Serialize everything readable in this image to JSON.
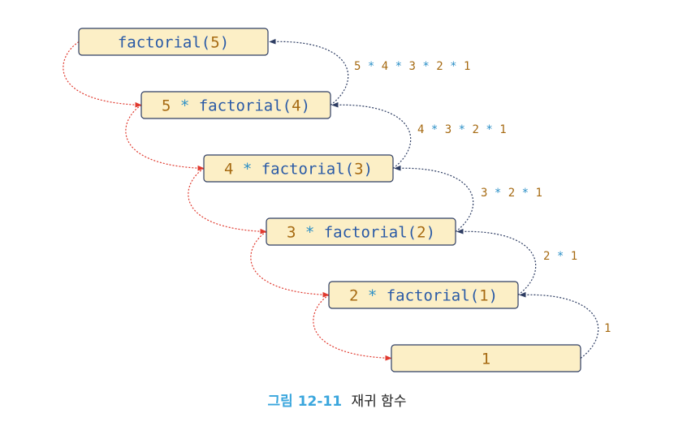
{
  "colors": {
    "box_fill": "#fcefc6",
    "box_stroke": "#2e3d63",
    "func_text": "#2a5aa6",
    "num_text": "#a66a12",
    "star_text": "#2a8fc7",
    "call_arrow": "#e0392e",
    "return_arrow": "#2e3d63",
    "caption_accent": "#3aa6dd"
  },
  "calls": [
    {
      "parts": [
        {
          "t": "factorial(",
          "c": "func"
        },
        {
          "t": "5",
          "c": "num"
        },
        {
          "t": ")",
          "c": "func"
        }
      ]
    },
    {
      "parts": [
        {
          "t": "5",
          "c": "num"
        },
        {
          "t": " * ",
          "c": "star"
        },
        {
          "t": "factorial(",
          "c": "func"
        },
        {
          "t": "4",
          "c": "num"
        },
        {
          "t": ")",
          "c": "func"
        }
      ]
    },
    {
      "parts": [
        {
          "t": "4",
          "c": "num"
        },
        {
          "t": " * ",
          "c": "star"
        },
        {
          "t": "factorial(",
          "c": "func"
        },
        {
          "t": "3",
          "c": "num"
        },
        {
          "t": ")",
          "c": "func"
        }
      ]
    },
    {
      "parts": [
        {
          "t": "3",
          "c": "num"
        },
        {
          "t": " * ",
          "c": "star"
        },
        {
          "t": "factorial(",
          "c": "func"
        },
        {
          "t": "2",
          "c": "num"
        },
        {
          "t": ")",
          "c": "func"
        }
      ]
    },
    {
      "parts": [
        {
          "t": "2",
          "c": "num"
        },
        {
          "t": " * ",
          "c": "star"
        },
        {
          "t": "factorial(",
          "c": "func"
        },
        {
          "t": "1",
          "c": "num"
        },
        {
          "t": ")",
          "c": "func"
        }
      ]
    },
    {
      "parts": [
        {
          "t": "1",
          "c": "num"
        }
      ]
    }
  ],
  "returns": [
    {
      "parts": [
        {
          "t": "5",
          "c": "num"
        },
        {
          "t": " * ",
          "c": "star"
        },
        {
          "t": "4",
          "c": "num"
        },
        {
          "t": " * ",
          "c": "star"
        },
        {
          "t": "3",
          "c": "num"
        },
        {
          "t": " * ",
          "c": "star"
        },
        {
          "t": "2",
          "c": "num"
        },
        {
          "t": " * ",
          "c": "star"
        },
        {
          "t": "1",
          "c": "num"
        }
      ]
    },
    {
      "parts": [
        {
          "t": "4",
          "c": "num"
        },
        {
          "t": " * ",
          "c": "star"
        },
        {
          "t": "3",
          "c": "num"
        },
        {
          "t": " * ",
          "c": "star"
        },
        {
          "t": "2",
          "c": "num"
        },
        {
          "t": " * ",
          "c": "star"
        },
        {
          "t": "1",
          "c": "num"
        }
      ]
    },
    {
      "parts": [
        {
          "t": "3",
          "c": "num"
        },
        {
          "t": " * ",
          "c": "star"
        },
        {
          "t": "2",
          "c": "num"
        },
        {
          "t": " * ",
          "c": "star"
        },
        {
          "t": "1",
          "c": "num"
        }
      ]
    },
    {
      "parts": [
        {
          "t": "2",
          "c": "num"
        },
        {
          "t": " * ",
          "c": "star"
        },
        {
          "t": "1",
          "c": "num"
        }
      ]
    },
    {
      "parts": [
        {
          "t": "1",
          "c": "num"
        }
      ]
    }
  ],
  "caption": {
    "figure": "그림 12-11",
    "title": "재귀 함수"
  }
}
